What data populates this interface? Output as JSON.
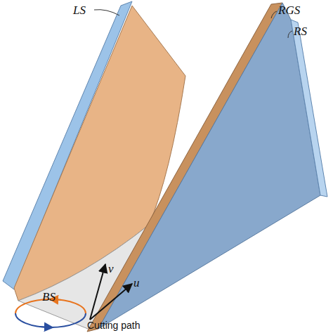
{
  "diagram": {
    "labels": [
      "LS",
      "RGS",
      "RS",
      "BS",
      "v",
      "u",
      "Cutting path"
    ]
  }
}
